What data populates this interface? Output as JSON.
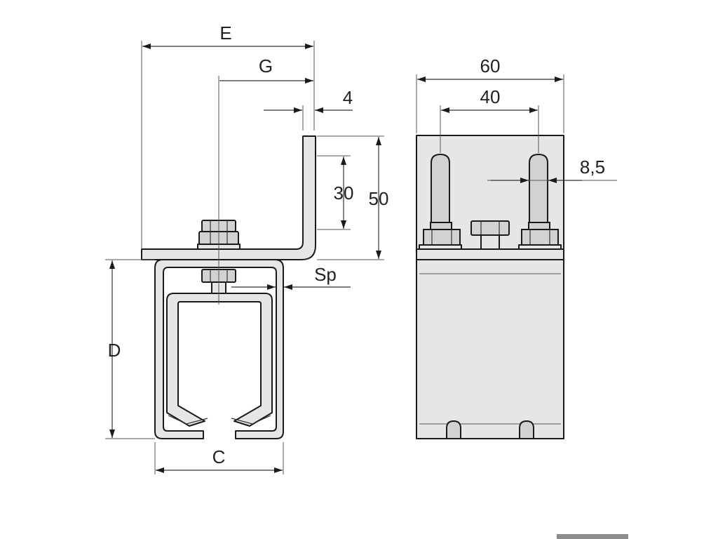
{
  "dimensions": {
    "E": "E",
    "G": "G",
    "four": "4",
    "thirty": "30",
    "fifty": "50",
    "sp": "Sp",
    "D": "D",
    "C": "C",
    "sixty": "60",
    "forty": "40",
    "eight_five": "8,5"
  },
  "colors": {
    "part_fill": "#e6e6e6",
    "line": "#1a1a1a",
    "footer_bar": "#8c8c8c"
  }
}
